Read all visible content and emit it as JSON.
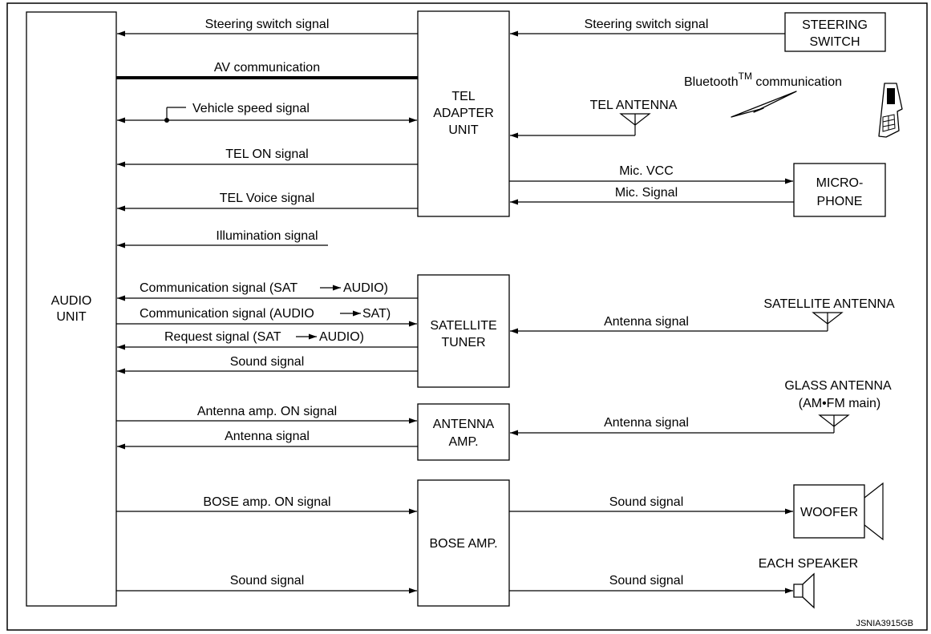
{
  "blocks": {
    "audio_unit": [
      "AUDIO",
      "UNIT"
    ],
    "tel_adapter": [
      "TEL",
      "ADAPTER",
      "UNIT"
    ],
    "steering_switch": [
      "STEERING",
      "SWITCH"
    ],
    "microphone": [
      "MICRO-",
      "PHONE"
    ],
    "satellite_tuner": [
      "SATELLITE",
      "TUNER"
    ],
    "antenna_amp": [
      "ANTENNA",
      "AMP."
    ],
    "bose_amp": "BOSE AMP.",
    "woofer": "WOOFER"
  },
  "components": {
    "tel_antenna": "TEL ANTENNA",
    "bluetooth": "Bluetooth",
    "bluetooth_tm": "TM",
    "bluetooth_comm": " communication",
    "satellite_antenna": "SATELLITE ANTENNA",
    "glass_antenna": [
      "GLASS ANTENNA",
      "(AM•FM main)"
    ],
    "each_speaker": "EACH SPEAKER"
  },
  "signals": {
    "steering_left": "Steering switch signal",
    "steering_right": "Steering switch signal",
    "av_comm": "AV communication",
    "vehicle_speed": "Vehicle speed signal",
    "tel_on": "TEL ON signal",
    "tel_voice": "TEL Voice signal",
    "illumination": "Illumination signal",
    "mic_vcc": "Mic. VCC",
    "mic_signal": "Mic. Signal",
    "comm_sat_audio": [
      "Communication signal (SAT",
      "AUDIO)"
    ],
    "comm_audio_sat": [
      "Communication signal (AUDIO",
      "SAT)"
    ],
    "request": [
      "Request signal (SAT",
      "AUDIO)"
    ],
    "sound_sat": "Sound signal",
    "sat_antenna_signal": "Antenna signal",
    "amp_on": "Antenna amp. ON signal",
    "antenna_signal_left": "Antenna signal",
    "glass_antenna_signal": "Antenna signal",
    "bose_on": "BOSE amp. ON signal",
    "sound_bose_in": "Sound signal",
    "sound_woofer": "Sound signal",
    "sound_speaker": "Sound signal"
  },
  "footer_code": "JSNIA3915GB"
}
